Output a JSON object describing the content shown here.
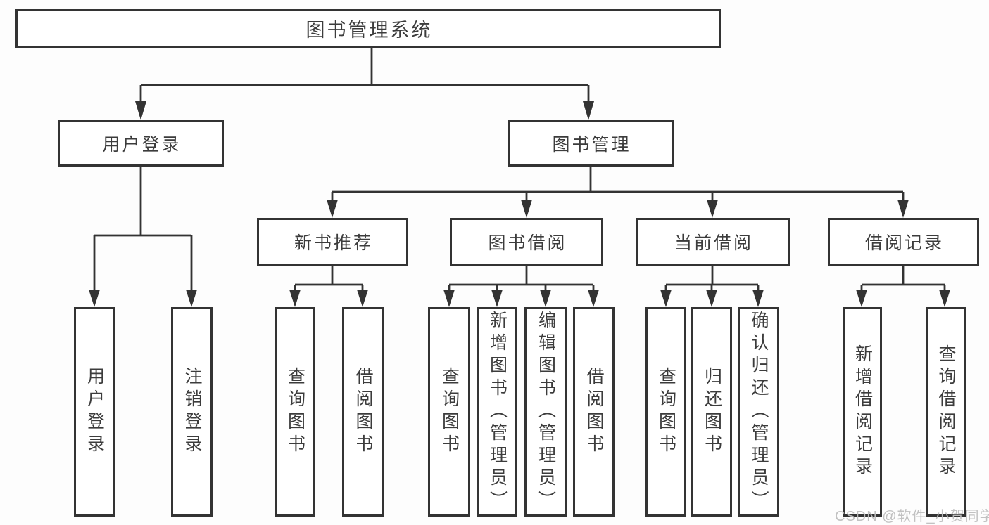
{
  "tree": {
    "root": {
      "label": "图书管理系统",
      "children": [
        {
          "label": "用户登录",
          "children": [
            {
              "label": "用户登录"
            },
            {
              "label": "注销登录"
            }
          ]
        },
        {
          "label": "图书管理",
          "children": [
            {
              "label": "新书推荐",
              "children": [
                {
                  "label": "查询图书"
                },
                {
                  "label": "借阅图书"
                }
              ]
            },
            {
              "label": "图书借阅",
              "children": [
                {
                  "label": "查询图书"
                },
                {
                  "label": "新增图书（管理员）"
                },
                {
                  "label": "编辑图书（管理员）"
                },
                {
                  "label": "借阅图书"
                }
              ]
            },
            {
              "label": "当前借阅",
              "children": [
                {
                  "label": "查询图书"
                },
                {
                  "label": "归还图书"
                },
                {
                  "label": "确认归还（管理员）"
                }
              ]
            },
            {
              "label": "借阅记录",
              "children": [
                {
                  "label": "新增借阅记录"
                },
                {
                  "label": "查询借阅记录"
                }
              ]
            }
          ]
        }
      ]
    }
  },
  "watermark": {
    "text": "CSDN @软件_小贺同学"
  },
  "colors": {
    "line": "#333333",
    "box_border": "#333333",
    "box_background": "#ffffff",
    "text": "#3c3c3c",
    "watermark": "#bfbfbf",
    "page_background": "#fdfdfd"
  }
}
